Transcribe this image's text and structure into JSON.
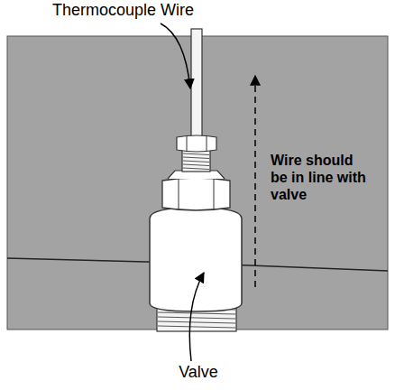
{
  "diagram": {
    "labels": [
      "Thermocouple Wire",
      "Wire should be in line with valve",
      "Valve"
    ]
  }
}
